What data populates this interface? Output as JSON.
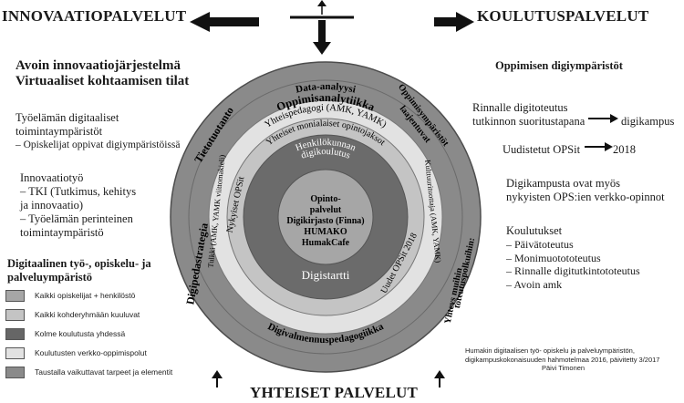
{
  "headers": {
    "left": "INNOVAATIOPALVELUT",
    "right": "KOULUTUSPALVELUT",
    "bottom": "YHTEISET PALVELUT"
  },
  "left_panel": {
    "title_line1": "Avoin innovaatiojärjestelmä",
    "title_line2": "Virtuaaliset kohtaamisen tilat",
    "work_line1": "Työelämän digitaaliset",
    "work_line2": "toimintaympäristöt",
    "work_line3": "– Opiskelijat oppivat digiympäristöissä",
    "innov_title": "Innovaatiotyö",
    "innov_line1": "– TKI (Tutkimus, kehitys",
    "innov_line2": "ja innovaatio)",
    "innov_line3": "– Työelämän perinteinen",
    "innov_line4": "toimintaympäristö",
    "env_title_line1": "Digitaalinen työ-, opiskelu- ja",
    "env_title_line2": "palveluympäristö"
  },
  "legend": [
    {
      "label": "Kaikki opiskelijat + henkilöstö",
      "color": "#a6a6a6"
    },
    {
      "label": "Kaikki kohderyhmään kuuluvat",
      "color": "#c4c4c4"
    },
    {
      "label": "Kolme koulutusta yhdessä",
      "color": "#666666"
    },
    {
      "label": "Koulutusten verkko-oppimispolut",
      "color": "#e2e2e2"
    },
    {
      "label": "Taustalla vaikuttavat tarpeet ja elementit",
      "color": "#8a8a8a"
    }
  ],
  "right_panel": {
    "title": "Oppimisen digiympäristöt",
    "rinnalle_line1": "Rinnalle digitoteutus",
    "rinnalle_line2": "tutkinnon suoritustapana",
    "digikampus": "digikampus",
    "ops_left": "Uudistetut OPSit",
    "ops_year": "2018",
    "kampus_line1": "Digikampusta ovat myös",
    "kampus_line2": "nykyisten OPS:ien verkko-opinnot",
    "koulutukset_title": "Koulutukset",
    "koulutukset_items": [
      "– Päivätoteutus",
      "– Monimuotototeutus",
      "– Rinnalle digitutkintototeutus",
      "– Avoin amk"
    ]
  },
  "credit": {
    "line1": "Humakin digitaalisen työ- opiskelu ja palveluympäristön,",
    "line2": "digikampuskokonaisuuden hahmotelmaa 2016, päivitetty 3/2017",
    "line3": "Päivi Timonen"
  },
  "diagram": {
    "outer_top1": "Data-analyysi",
    "outer_top2": "Oppimisanalytiikka",
    "outer_left_top": "Tietotuotanto",
    "outer_right_top1": "Oppimisympäristöt",
    "outer_right_top2": "laajentuvat",
    "outer_left_bottom": "Digipedastrategia",
    "outer_right_bottom1": "Yhteys muihin",
    "outer_right_bottom2": "toteutuspolkuihin:",
    "outer_bottom": "Digivalmennuspedagogiikka",
    "ring2_top": "Yhteispedagogi (AMK, YAMK)",
    "ring2_left": "Tulkki (AMK, YAMK viittomakieli)",
    "ring2_right": "Kulttuurituottaja (AMK, YAMK)",
    "ring3_top": "Yhteiset monialaiset opintojaksot",
    "ring3_left": "Nykyiset OPSit",
    "ring3_right": "Uudet OPSit 2018",
    "ring4_top1": "Henkilökunnan",
    "ring4_top2": "digikoulutus",
    "ring4_bottom": "Digistartti",
    "center": [
      "Opinto-",
      "palvelut",
      "Digikirjasto (Finna)",
      "HUMAKO",
      "HumakCafe"
    ]
  }
}
